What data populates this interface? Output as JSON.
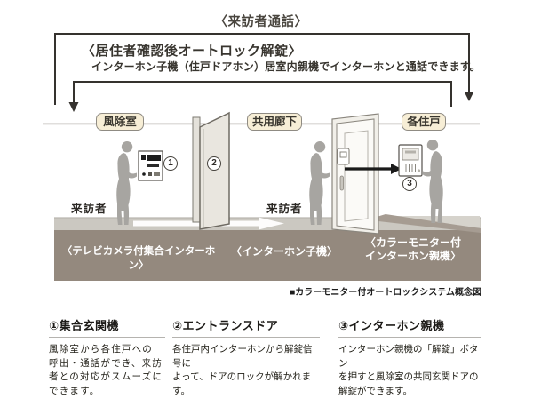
{
  "flow": {
    "title": "〈来訪者通話〉",
    "unlock_heading": "〈居住者確認後オートロック解錠〉",
    "unlock_description": "インターホン子機（住戸ドアホン）居室内親機でインターホンと通話できます。"
  },
  "diagram": {
    "zones": [
      {
        "label": "風除室"
      },
      {
        "label": "共用廊下"
      },
      {
        "label": "各住戸"
      }
    ],
    "visitor_labels": [
      {
        "text": "来訪者"
      },
      {
        "text": "来訪者"
      }
    ],
    "markers": [
      {
        "digit": "1"
      },
      {
        "digit": "2"
      },
      {
        "digit": "3"
      }
    ],
    "captions": [
      {
        "text": "〈テレビカメラ付集合インターホン〉"
      },
      {
        "text": "〈インターホン子機〉"
      },
      {
        "text": "〈カラーモニター付\nインターホン親機〉"
      }
    ],
    "figure_note": "■カラーモニター付オートロックシステム概念図"
  },
  "legend": {
    "items": [
      {
        "heading": "①集合玄関機",
        "body": "風除室から各住戸への\n呼出・通話ができ、来訪\n者との対応がスムーズに\nできます。"
      },
      {
        "heading": "②エントランスドア",
        "body": "各住戸内インターホンから解錠信号に\nよって、ドアのロックが解かれます。"
      },
      {
        "heading": "③インターホン親機",
        "body": "インターホン親機の「解錠」ボタン\nを押すと風除室の共同玄関ドアの\n解錠ができます。"
      }
    ]
  },
  "colors": {
    "label_box_bg": "#f7eed6",
    "label_box_border": "#8f8b83",
    "floor_band": "#94897e",
    "walkway": "#cbc8c1",
    "flow_line": "#35322e",
    "silhouette": "#a7a5a1",
    "caption_text": "#ffffff"
  }
}
